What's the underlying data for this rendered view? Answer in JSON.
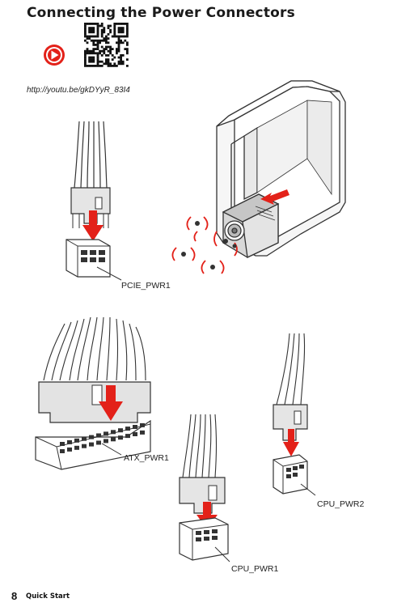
{
  "heading": "Connecting the Power Connectors",
  "video_url": "http://youtu.be/gkDYyR_83I4",
  "icons": {
    "play": "play-icon",
    "qr": "qr-code-icon"
  },
  "colors": {
    "accent_red": "#e32119",
    "line": "#333333",
    "cable_fill": "#cfcfcf"
  },
  "labels": {
    "pcie": "PCIE_PWR1",
    "atx": "ATX_PWR1",
    "cpu2": "CPU_PWR2",
    "cpu1": "CPU_PWR1"
  },
  "footer": {
    "page_number": "8",
    "section": "Quick Start"
  }
}
